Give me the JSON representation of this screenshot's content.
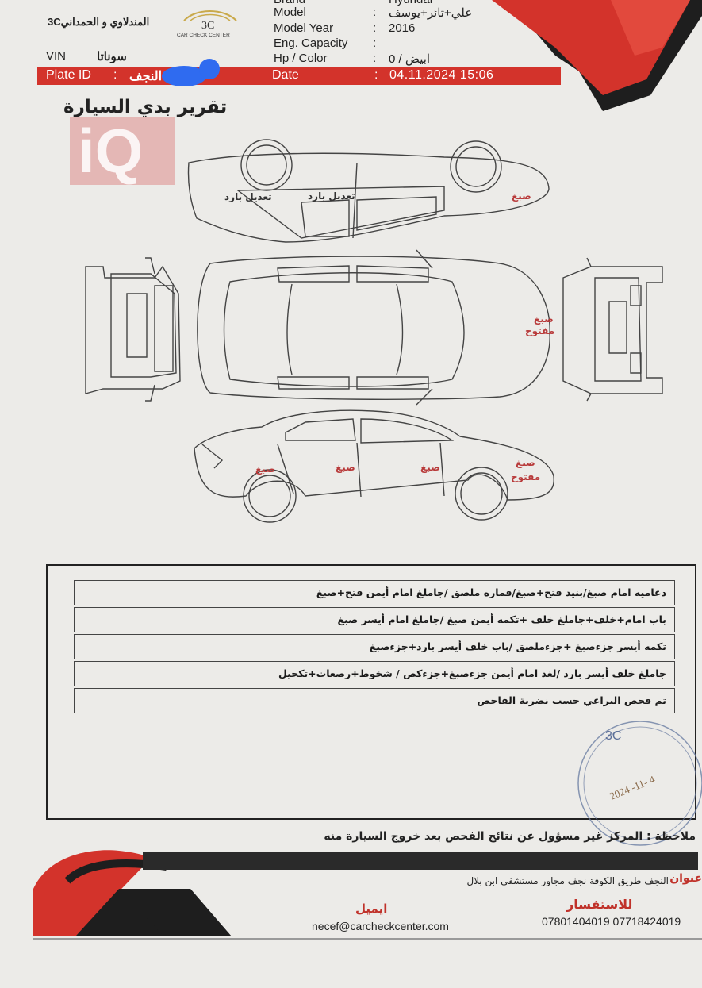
{
  "header": {
    "company_ar": "المندلاوي و الحمداني3C",
    "logo_text": "3C",
    "logo_sub": "CAR CHECK CENTER",
    "vin_label": "VIN",
    "vin_value": "سوناتا",
    "plate_label": "Plate ID",
    "plate_sep": ":",
    "plate_value": "النجف",
    "brand_label": "Brand",
    "brand_value": "Hyundai",
    "fields": [
      {
        "label": "Model",
        "sep": ":",
        "value": "علي+ثائر+يوسف"
      },
      {
        "label": "Model Year",
        "sep": ":",
        "value": "2016"
      },
      {
        "label": "Eng. Capacity",
        "sep": ":",
        "value": ""
      },
      {
        "label": "Hp / Color",
        "sep": ":",
        "value": "0 / ابيض"
      }
    ],
    "date_label": "Date",
    "date_sep": ":",
    "date_value": "04.11.2024 15:06"
  },
  "watermark": "iQ",
  "report_title": "تقرير بدي السيارة",
  "diagram_labels": {
    "top_left_1": "تعديل بارد",
    "top_left_2": "تعديل بارد",
    "top_right": "صبغ",
    "mid_front_1": "صبغ",
    "mid_front_2": "مفتوح",
    "side_1": "صبغ",
    "side_2": "صبغ",
    "side_3": "صبغ",
    "side_front_1": "صبغ",
    "side_front_2": "مفتوح"
  },
  "notes": [
    "دعاميه امام صبغ/بنيد فتح+صبغ/فماره ملصق /جاملغ امام أيمن فتح+صبغ",
    "باب امام+خلف+جاملغ خلف +تكمه أيمن صبغ /جاملغ امام أيسر صبغ",
    "تكمه أيسر جزءصبغ +جزءملصق /باب خلف أيسر بارد+جزءصبغ",
    "جاملغ خلف أيسر بارد /لغد امام أيمن جزءصبغ+جزءكص / شخوط+رصعات+تكحيل",
    "تم فحص البراغي حسب نضرية الفاحص"
  ],
  "stamp": {
    "logo": "3C",
    "date": "2024 -11- 4"
  },
  "disclaimer": "ملاحظة : المركز غير مسؤول عن نتائج الفحص بعد خروج السيارة منه",
  "footer": {
    "address_label": "عنوان",
    "address": "النجف طريق الكوفة نجف مجاور مستشفى ابن بلال",
    "email_label": "ايميل",
    "email": "necef@carcheckcenter.com",
    "inquiry_label": "للاستفسار",
    "phones": "07801404019 07718424019"
  },
  "colors": {
    "accent_red": "#d3332b",
    "dark": "#1e1e1e",
    "paper": "#ecebe8"
  }
}
